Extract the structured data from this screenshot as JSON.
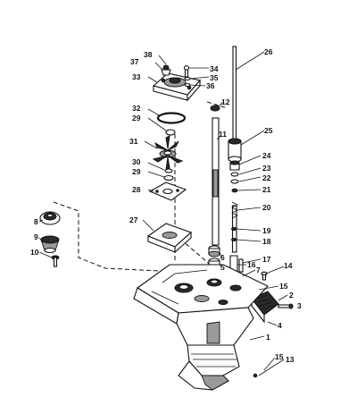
{
  "callouts": [
    {
      "id": "38",
      "text": "38"
    },
    {
      "id": "37",
      "text": "37"
    },
    {
      "id": "34",
      "text": "34"
    },
    {
      "id": "35",
      "text": "35"
    },
    {
      "id": "36",
      "text": "36"
    },
    {
      "id": "33",
      "text": "33"
    },
    {
      "id": "26",
      "text": "26"
    },
    {
      "id": "32",
      "text": "32"
    },
    {
      "id": "29a",
      "text": "29"
    },
    {
      "id": "12",
      "text": "12"
    },
    {
      "id": "11",
      "text": "11"
    },
    {
      "id": "25",
      "text": "25"
    },
    {
      "id": "31",
      "text": "31"
    },
    {
      "id": "30",
      "text": "30"
    },
    {
      "id": "29b",
      "text": "29"
    },
    {
      "id": "24",
      "text": "24"
    },
    {
      "id": "23",
      "text": "23"
    },
    {
      "id": "22",
      "text": "22"
    },
    {
      "id": "21",
      "text": "21"
    },
    {
      "id": "28",
      "text": "28"
    },
    {
      "id": "20",
      "text": "20"
    },
    {
      "id": "27",
      "text": "27"
    },
    {
      "id": "8",
      "text": "8"
    },
    {
      "id": "9",
      "text": "9"
    },
    {
      "id": "10",
      "text": "10"
    },
    {
      "id": "19",
      "text": "19"
    },
    {
      "id": "18",
      "text": "18"
    },
    {
      "id": "6",
      "text": "6"
    },
    {
      "id": "5",
      "text": "5"
    },
    {
      "id": "17",
      "text": "17"
    },
    {
      "id": "16",
      "text": "16"
    },
    {
      "id": "14",
      "text": "14"
    },
    {
      "id": "7",
      "text": "7"
    },
    {
      "id": "15a",
      "text": "15"
    },
    {
      "id": "2",
      "text": "2"
    },
    {
      "id": "3",
      "text": "3"
    },
    {
      "id": "4",
      "text": "4"
    },
    {
      "id": "1",
      "text": "1"
    },
    {
      "id": "15b",
      "text": "15"
    },
    {
      "id": "13",
      "text": "13"
    }
  ]
}
